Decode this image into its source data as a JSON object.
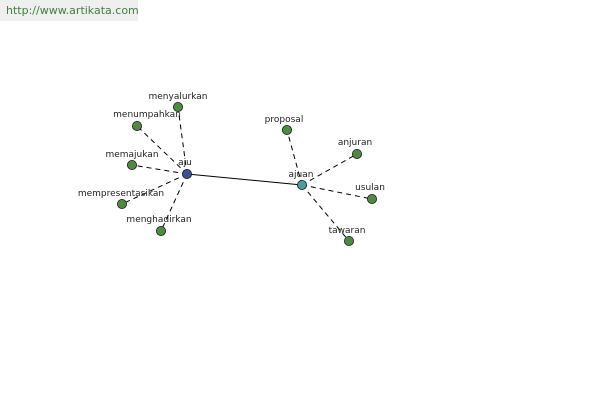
{
  "watermark": "http://www.artikata.com",
  "colors": {
    "leaf_node": "#4e8a40",
    "root_node_aju": "#3d4f99",
    "hub_node_ajuan": "#4a9aa2",
    "edge": "#000000",
    "watermark_text": "#3f7f3f",
    "watermark_bg": "#efefef"
  },
  "graph": {
    "center_node": {
      "id": "aju",
      "label": "aju"
    },
    "hub_node": {
      "id": "ajuan",
      "label": "ajuan"
    },
    "solid_edge": {
      "from": "aju",
      "to": "ajuan"
    },
    "aju_neighbors": [
      {
        "id": "menyalurkan",
        "label": "menyalurkan"
      },
      {
        "id": "menumpahkan",
        "label": "menumpahkan"
      },
      {
        "id": "memajukan",
        "label": "memajukan"
      },
      {
        "id": "mempresentasikan",
        "label": "mempresentasikan"
      },
      {
        "id": "menghadirkan",
        "label": "menghadirkan"
      }
    ],
    "ajuan_neighbors": [
      {
        "id": "proposal",
        "label": "proposal"
      },
      {
        "id": "anjuran",
        "label": "anjuran"
      },
      {
        "id": "usulan",
        "label": "usulan"
      },
      {
        "id": "tawaran",
        "label": "tawaran"
      }
    ]
  }
}
